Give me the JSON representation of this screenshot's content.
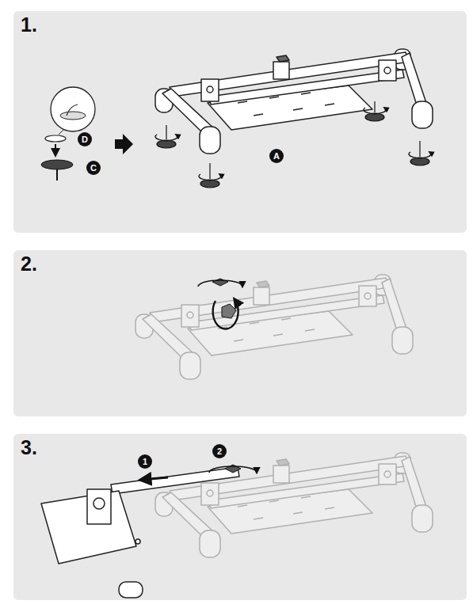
{
  "diagram": {
    "nodes": [
      {
        "text": [
          "1."
        ]
      },
      {
        "text": [
          "D"
        ],
        "in": 0
      },
      {
        "text": [
          "C"
        ],
        "in": 0
      },
      {
        "text": [
          "A"
        ],
        "in": 0
      },
      {
        "text": [
          "2."
        ]
      },
      {
        "text": [
          "3."
        ]
      },
      {
        "text": [
          "1"
        ],
        "in": 5
      },
      {
        "text": [
          "2"
        ],
        "in": 5
      }
    ]
  }
}
